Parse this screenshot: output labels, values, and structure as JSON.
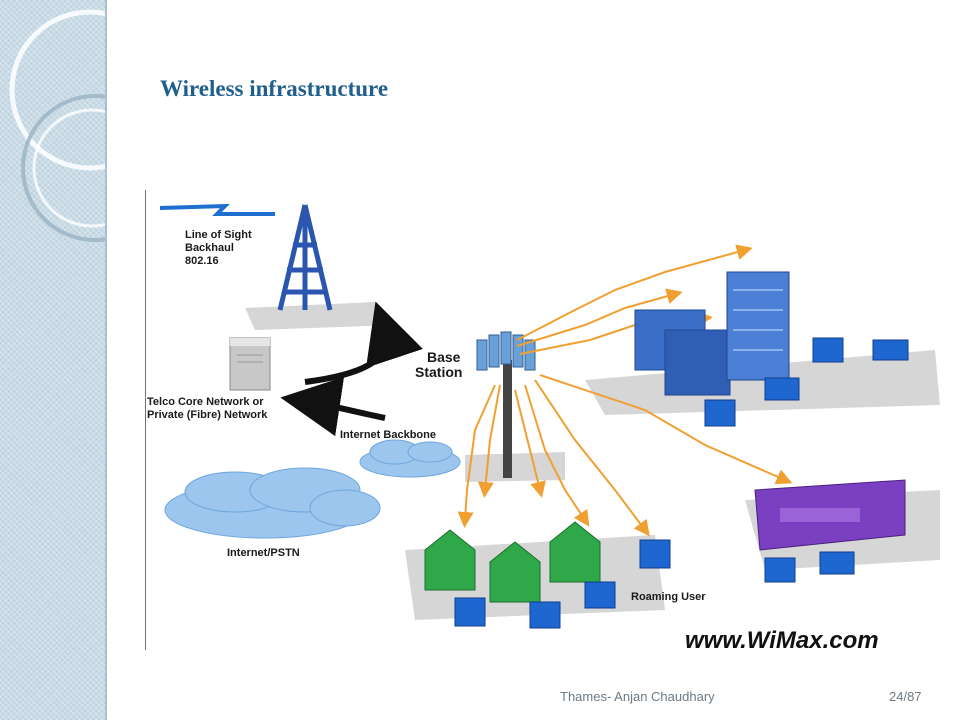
{
  "slide": {
    "title": "Wireless infrastructure",
    "footer_author": "Thames- Anjan Chaudhary",
    "footer_page": "24/87"
  },
  "diagram": {
    "labels": {
      "backhaul_line1": "Line of Sight",
      "backhaul_line2": "Backhaul",
      "backhaul_line3": "802.16",
      "base_line1": "Base",
      "base_line2": "Station",
      "telco_line1": "Telco Core Network or",
      "telco_line2": "Private (Fibre) Network",
      "internet_backbone": "Internet Backbone",
      "internet_pstn": "Internet/PSTN",
      "roaming_user": "Roaming User",
      "watermark": "www.WiMax.com"
    },
    "colors": {
      "tower": "#2b56b0",
      "link": "#f0a030",
      "house": "#2fa84a",
      "office": "#3a6fc8",
      "purple_building": "#7b3fc2",
      "cloud": "#9cc6ee",
      "arrow": "#111111"
    }
  }
}
